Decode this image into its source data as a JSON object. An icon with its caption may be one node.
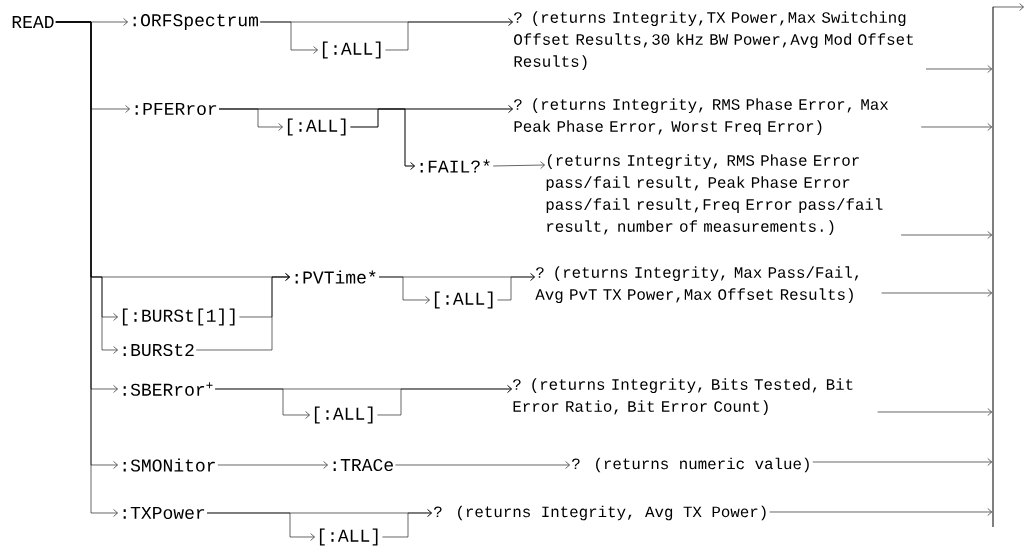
{
  "diagram": {
    "nodes": [
      {
        "text": [
          "READ"
        ]
      },
      {
        "text": [
          ":ORFSpectrum"
        ]
      },
      {
        "text": [
          "[:ALL]"
        ]
      },
      {
        "text": [
          "? (returns Integrity,TX Power,Max Switching Offset Results,30 kHz BW Power,Avg Mod Offset Results)"
        ]
      },
      {
        "text": [
          ":PFERror"
        ]
      },
      {
        "text": [
          "[:ALL]"
        ]
      },
      {
        "text": [
          "? (returns Integrity, RMS Phase Error, Max Peak Phase Error, Worst Freq Error)"
        ]
      },
      {
        "text": [
          ":FAIL?*"
        ]
      },
      {
        "text": [
          "(returns Integrity, RMS Phase Error pass/fail result, Peak Phase Error pass/fail result,Freq Error pass/fail result, number of measurements.)"
        ]
      },
      {
        "text": [
          ":PVTime*"
        ]
      },
      {
        "text": [
          "[:ALL]"
        ]
      },
      {
        "text": [
          "? (returns Integrity, Max Pass/Fail, Avg PvT TX Power,Max Offset Results)"
        ]
      },
      {
        "text": [
          "[:BURSt[1]]"
        ]
      },
      {
        "text": [
          ":BURSt2"
        ]
      },
      {
        "text": [
          ":SBERror$^{+}$"
        ]
      },
      {
        "text": [
          "[:ALL]"
        ]
      },
      {
        "text": [
          "? (returns Integrity, Bits Tested, Bit Error Ratio, Bit Error Count)"
        ]
      },
      {
        "text": [
          ":SMONitor"
        ]
      },
      {
        "text": [
          ":TRACe"
        ]
      },
      {
        "text": [
          "? (returns numeric value)"
        ]
      },
      {
        "text": [
          ":TXPower"
        ]
      },
      {
        "text": [
          "[:ALL]"
        ]
      },
      {
        "text": [
          "? (returns Integrity, Avg TX Power)"
        ]
      },
      {
        "text": [],
        "shape": "bar"
      }
    ],
    "edges": [
      {
        "from": 0,
        "to": 1,
        "arrow": "to"
      },
      {
        "from": 0,
        "to": 4,
        "arrow": "to"
      },
      {
        "from": 0,
        "to": 9,
        "arrow": "to"
      },
      {
        "from": 0,
        "to": 12,
        "arrow": "to"
      },
      {
        "from": 0,
        "to": 13,
        "arrow": "to"
      },
      {
        "from": 0,
        "to": 14,
        "arrow": "to"
      },
      {
        "from": 0,
        "to": 17,
        "arrow": "to"
      },
      {
        "from": 0,
        "to": 20,
        "arrow": "to"
      },
      {
        "from": 1,
        "to": 3,
        "arrow": "to"
      },
      {
        "from": 1,
        "to": 2,
        "arrow": "to"
      },
      {
        "from": 2,
        "to": 3,
        "arrow": "to"
      },
      {
        "from": 4,
        "to": 6,
        "arrow": "to"
      },
      {
        "from": 4,
        "to": 5,
        "arrow": "to"
      },
      {
        "from": 5,
        "to": 6,
        "arrow": "to"
      },
      {
        "from": 4,
        "to": 7,
        "arrow": "to"
      },
      {
        "from": 5,
        "to": 7,
        "arrow": "to"
      },
      {
        "from": 7,
        "to": 8,
        "arrow": "to"
      },
      {
        "from": 12,
        "to": 9,
        "arrow": "to"
      },
      {
        "from": 13,
        "to": 9,
        "arrow": "to"
      },
      {
        "from": 9,
        "to": 11,
        "arrow": "to"
      },
      {
        "from": 9,
        "to": 10,
        "arrow": "to"
      },
      {
        "from": 10,
        "to": 11,
        "arrow": "to"
      },
      {
        "from": 14,
        "to": 16,
        "arrow": "to"
      },
      {
        "from": 14,
        "to": 15,
        "arrow": "to"
      },
      {
        "from": 15,
        "to": 16,
        "arrow": "to"
      },
      {
        "from": 17,
        "to": 18,
        "arrow": "to"
      },
      {
        "from": 18,
        "to": 19,
        "arrow": "to"
      },
      {
        "from": 20,
        "to": 22,
        "arrow": "to"
      },
      {
        "from": 20,
        "to": 21,
        "arrow": "to"
      },
      {
        "from": 21,
        "to": 22,
        "arrow": "to"
      },
      {
        "from": 3,
        "to": 23,
        "arrow": "to"
      },
      {
        "from": 6,
        "to": 23,
        "arrow": "to"
      },
      {
        "from": 8,
        "to": 23,
        "arrow": "to"
      },
      {
        "from": 11,
        "to": 23,
        "arrow": "to"
      },
      {
        "from": 16,
        "to": 23,
        "arrow": "to"
      },
      {
        "from": 19,
        "to": 23,
        "arrow": "to"
      },
      {
        "from": 22,
        "to": 23,
        "arrow": "to"
      },
      {
        "from": 23,
        "to": null,
        "arrow": "to"
      }
    ]
  }
}
